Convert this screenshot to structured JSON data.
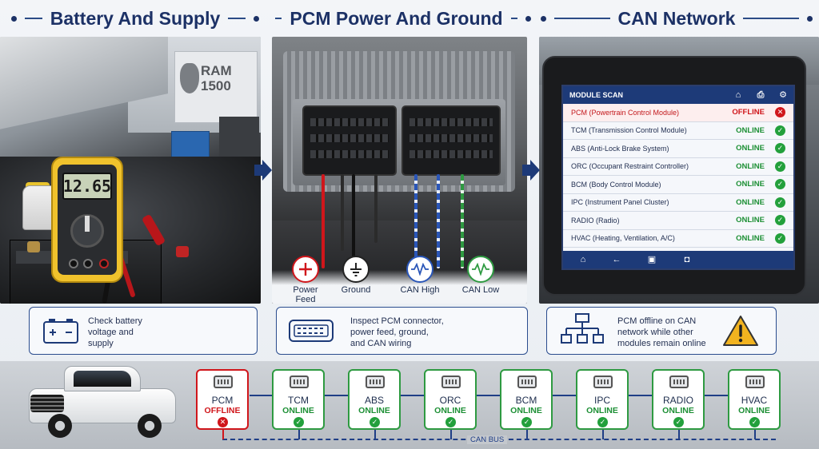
{
  "sections": [
    {
      "title": "Battery And Supply"
    },
    {
      "title": "PCM Power And Ground"
    },
    {
      "title": "CAN Network"
    }
  ],
  "battery_panel": {
    "sign_line1": "RAM",
    "sign_line2": "1500",
    "multimeter_reading": "12.65"
  },
  "pcm_panel": {
    "wires": [
      {
        "label": "Power\nFeed",
        "color": "#d0161b",
        "icon": "plus-icon"
      },
      {
        "label": "Ground",
        "color": "#222222",
        "icon": "ground-icon"
      },
      {
        "label": "CAN High",
        "color": "#2a56b8",
        "icon": "waveform-icon"
      },
      {
        "label": "CAN Low",
        "color": "#2e9a41",
        "icon": "waveform-icon"
      }
    ]
  },
  "scan_tool": {
    "header": "MODULE SCAN",
    "rows": [
      {
        "name": "PCM (Powertrain Control Module)",
        "status": "OFFLINE",
        "ok": false
      },
      {
        "name": "TCM (Transmission Control Module)",
        "status": "ONLINE",
        "ok": true
      },
      {
        "name": "ABS (Anti-Lock Brake System)",
        "status": "ONLINE",
        "ok": true
      },
      {
        "name": "ORC (Occupant Restraint Controller)",
        "status": "ONLINE",
        "ok": true
      },
      {
        "name": "BCM (Body Control Module)",
        "status": "ONLINE",
        "ok": true
      },
      {
        "name": "IPC (Instrument Panel Cluster)",
        "status": "ONLINE",
        "ok": true
      },
      {
        "name": "RADIO (Radio)",
        "status": "ONLINE",
        "ok": true
      },
      {
        "name": "HVAC (Heating, Ventilation, A/C)",
        "status": "ONLINE",
        "ok": true
      }
    ]
  },
  "info_boxes": [
    {
      "text": "Check battery\nvoltage and\nsupply",
      "icon": "battery-icon"
    },
    {
      "text": "Inspect PCM connector,\npower feed, ground,\nand CAN wiring",
      "icon": "connector-icon"
    },
    {
      "text": "PCM offline on CAN\nnetwork while other\nmodules remain online",
      "icon": "network-icon"
    }
  ],
  "modules": [
    {
      "name": "PCM",
      "status": "OFFLINE",
      "ok": false
    },
    {
      "name": "TCM",
      "status": "ONLINE",
      "ok": true
    },
    {
      "name": "ABS",
      "status": "ONLINE",
      "ok": true
    },
    {
      "name": "ORC",
      "status": "ONLINE",
      "ok": true
    },
    {
      "name": "BCM",
      "status": "ONLINE",
      "ok": true
    },
    {
      "name": "IPC",
      "status": "ONLINE",
      "ok": true
    },
    {
      "name": "RADIO",
      "status": "ONLINE",
      "ok": true
    },
    {
      "name": "HVAC",
      "status": "ONLINE",
      "ok": true
    }
  ],
  "bus_label": "CAN BUS",
  "colors": {
    "accent": "#1c3166",
    "online": "#1c8f34",
    "offline": "#d0161b",
    "warning": "#f2b31f"
  }
}
